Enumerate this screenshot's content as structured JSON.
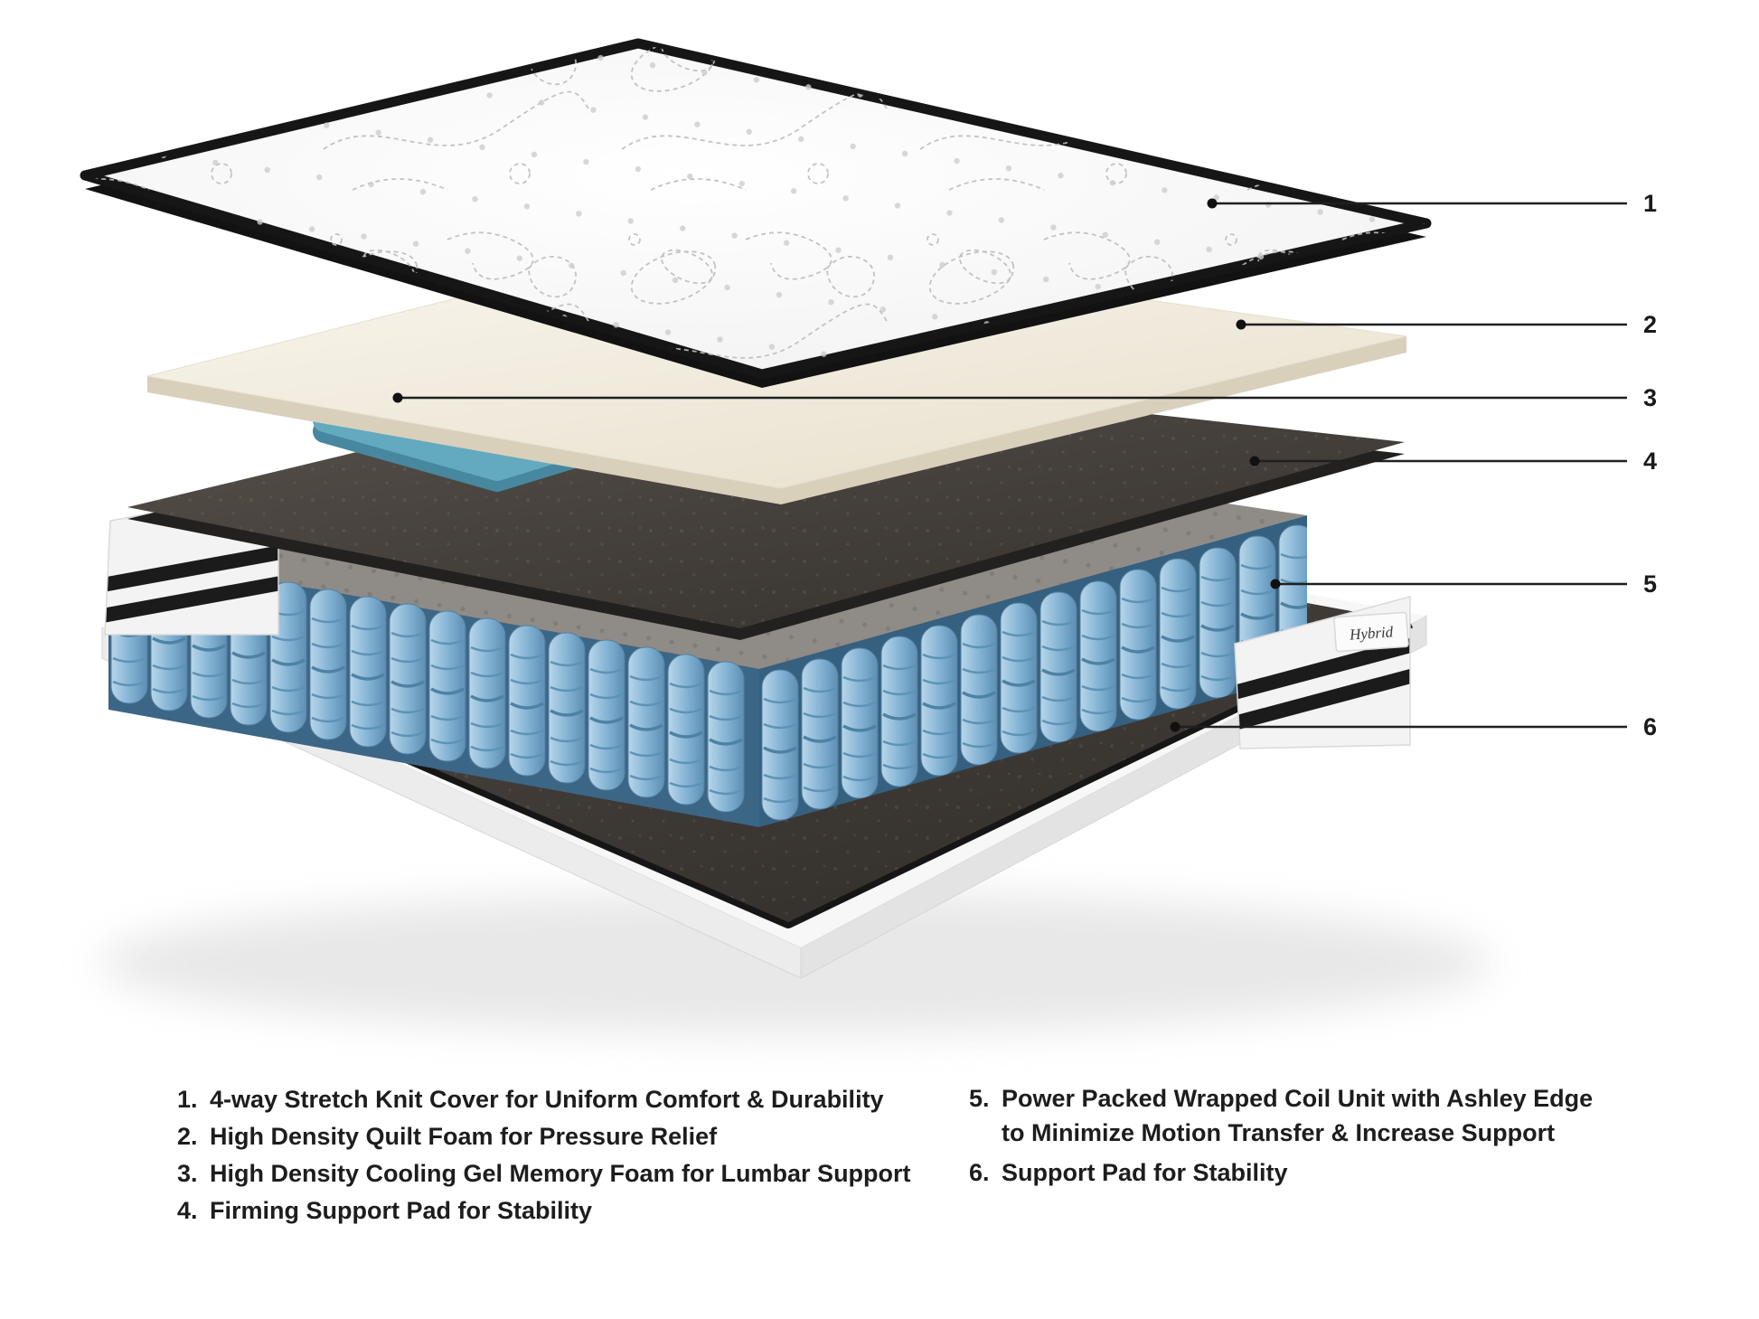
{
  "callouts": [
    {
      "number": "1"
    },
    {
      "number": "2"
    },
    {
      "number": "3"
    },
    {
      "number": "4"
    },
    {
      "number": "5"
    },
    {
      "number": "6"
    }
  ],
  "legend": {
    "left": [
      {
        "num": "1.",
        "text": "4-way Stretch Knit Cover for Uniform Comfort & Durability"
      },
      {
        "num": "2.",
        "text": "High Density Quilt Foam for Pressure Relief"
      },
      {
        "num": "3.",
        "text": "High Density Cooling Gel Memory Foam for Lumbar Support"
      },
      {
        "num": "4.",
        "text": "Firming Support Pad for Stability"
      }
    ],
    "right": [
      {
        "num": "5.",
        "text": "Power Packed Wrapped Coil Unit with Ashley Edge",
        "text2": "to Minimize Motion Transfer & Increase Support"
      },
      {
        "num": "6.",
        "text": "Support Pad for Stability"
      }
    ]
  },
  "tag": {
    "label": "Hybrid"
  },
  "colors": {
    "tape_black": "#161616",
    "cover_white": "#fcfcfc",
    "quilt_foam_cream": "#f4f0e7",
    "gel_teal": "#63aabf",
    "support_pad_dark": "#4e4944",
    "coil_blue": "#7db4d6",
    "base_white": "#f6f6f6",
    "callout_line": "#1f1f1f"
  }
}
